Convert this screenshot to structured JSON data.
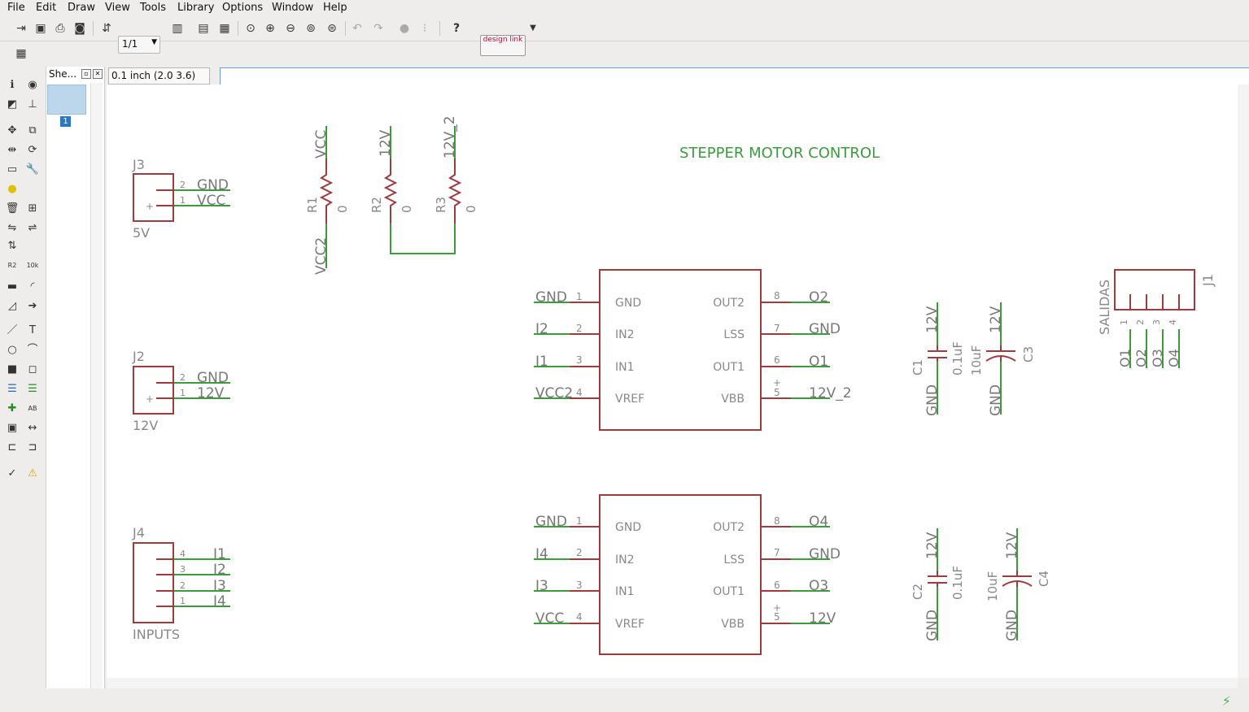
{
  "menu": [
    "File",
    "Edit",
    "Draw",
    "View",
    "Tools",
    "Library",
    "Options",
    "Window",
    "Help"
  ],
  "toolbar": {
    "sheet_value": "1/1",
    "designlink_label": "design link"
  },
  "sheets_panel": {
    "title": "She...",
    "sheet_number": "1"
  },
  "coordinate_display": "0.1 inch (2.0 3.6)",
  "command_line": "",
  "schematic": {
    "title": "STEPPER MOTOR CONTROL",
    "j3": {
      "name": "J3",
      "value": "5V",
      "pins": [
        "2",
        "1"
      ],
      "nets": [
        "GND",
        "VCC"
      ]
    },
    "j2": {
      "name": "J2",
      "value": "12V",
      "pins": [
        "2",
        "1"
      ],
      "nets": [
        "GND",
        "12V"
      ]
    },
    "j4": {
      "name": "J4",
      "value": "INPUTS",
      "pins": [
        "4",
        "3",
        "2",
        "1"
      ],
      "nets": [
        "I1",
        "I2",
        "I3",
        "I4"
      ]
    },
    "r1": {
      "name": "R1",
      "value": "0",
      "top": "VCC",
      "bottom": "VCC2"
    },
    "r2": {
      "name": "R2",
      "value": "0",
      "top": "12V"
    },
    "r3": {
      "name": "R3",
      "value": "0",
      "top": "12V_2"
    },
    "u1": {
      "left_pins": [
        "GND",
        "IN2",
        "IN1",
        "VREF"
      ],
      "right_pins": [
        "OUT2",
        "LSS",
        "OUT1",
        "VBB"
      ],
      "left_nums": [
        "1",
        "2",
        "3",
        "4"
      ],
      "right_nums": [
        "8",
        "7",
        "6",
        "5"
      ],
      "left_nets": [
        "GND",
        "I2",
        "I1",
        "VCC2"
      ],
      "right_nets": [
        "O2",
        "GND",
        "O1",
        "12V_2"
      ]
    },
    "u2": {
      "left_pins": [
        "GND",
        "IN2",
        "IN1",
        "VREF"
      ],
      "right_pins": [
        "OUT2",
        "LSS",
        "OUT1",
        "VBB"
      ],
      "left_nums": [
        "1",
        "2",
        "3",
        "4"
      ],
      "right_nums": [
        "8",
        "7",
        "6",
        "5"
      ],
      "left_nets": [
        "GND",
        "I4",
        "I3",
        "VCC"
      ],
      "right_nets": [
        "O4",
        "GND",
        "O3",
        "12V"
      ]
    },
    "c1": {
      "name": "C1",
      "value": "0.1uF",
      "top": "12V",
      "bottom": "GND"
    },
    "c3": {
      "name": "C3",
      "value": "10uF",
      "top": "12V",
      "bottom": "GND"
    },
    "c2": {
      "name": "C2",
      "value": "0.1uF",
      "top": "12V",
      "bottom": "GND"
    },
    "c4": {
      "name": "C4",
      "value": "10uF",
      "top": "12V",
      "bottom": "GND"
    },
    "j1": {
      "name": "J1",
      "value": "SALIDAS",
      "pins": [
        "1",
        "2",
        "3",
        "4"
      ],
      "nets": [
        "O1",
        "O2",
        "O3",
        "O4"
      ]
    },
    "plus": "+"
  }
}
